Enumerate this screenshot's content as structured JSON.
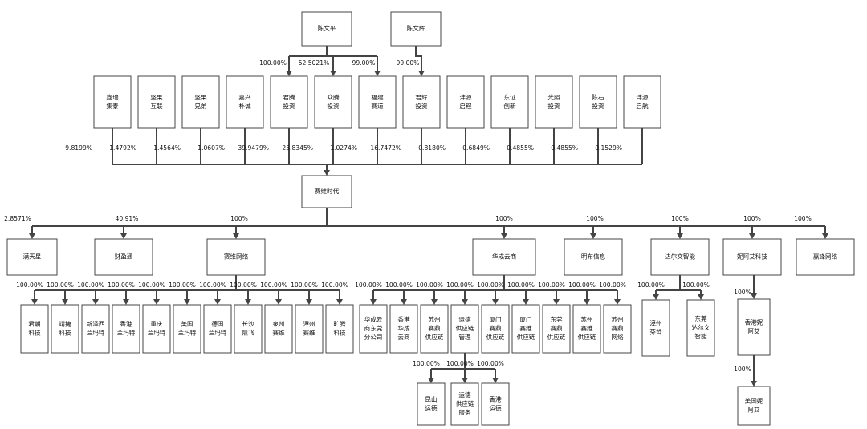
{
  "org_chart": {
    "top_holders": [
      {
        "id": "chen-wenping",
        "lines": [
          "陈文平"
        ]
      },
      {
        "id": "chen-wenhui",
        "lines": [
          "陈文辉"
        ]
      }
    ],
    "holder_links": [
      {
        "id": "cwp-junteng",
        "pct": "100.00%"
      },
      {
        "id": "cwp-zhongteng",
        "pct": "52.5021%"
      },
      {
        "id": "cwp-fujian",
        "pct": "99.00%"
      },
      {
        "id": "cwh-junhui",
        "pct": "99.00%"
      }
    ],
    "shareholders": [
      {
        "id": "xinrui",
        "lines": [
          "鑫瑞",
          "集泰"
        ],
        "pct": "9.8199%"
      },
      {
        "id": "jianguo-hulian",
        "lines": [
          "坚果",
          "互联"
        ],
        "pct": "1.4792%"
      },
      {
        "id": "jianguo-xiongdi",
        "lines": [
          "坚果",
          "兄弟"
        ],
        "pct": "1.4564%"
      },
      {
        "id": "jiaxing",
        "lines": [
          "嘉兴",
          "朴诚"
        ],
        "pct": "1.0607%"
      },
      {
        "id": "junteng",
        "lines": [
          "君腾",
          "投资"
        ],
        "pct": "39.9479%"
      },
      {
        "id": "zhongteng",
        "lines": [
          "众腾",
          "投资"
        ],
        "pct": "25.8345%"
      },
      {
        "id": "fujian-saiwei",
        "lines": [
          "福建",
          "赛道"
        ],
        "pct": "1.0274%"
      },
      {
        "id": "junhui",
        "lines": [
          "君辉",
          "投资"
        ],
        "pct": "16.7472%"
      },
      {
        "id": "fengyuan-qicheng",
        "lines": [
          "沣源",
          "启程"
        ],
        "pct": "0.8180%"
      },
      {
        "id": "dongzheng",
        "lines": [
          "东证",
          "创新"
        ],
        "pct": "0.6849%"
      },
      {
        "id": "guangzhao",
        "lines": [
          "光照",
          "投资"
        ],
        "pct": "0.4855%"
      },
      {
        "id": "chenshi",
        "lines": [
          "陈石",
          "投资"
        ],
        "pct": "0.4855%"
      },
      {
        "id": "fengyuan-qihang",
        "lines": [
          "沣源",
          "启航"
        ],
        "pct": "0.1529%"
      }
    ],
    "company": {
      "id": "saiwei-shidai",
      "lines": [
        "赛维时代"
      ]
    },
    "subsidiaries": [
      {
        "id": "mantianxing",
        "lines": [
          "满天星"
        ],
        "pct": "2.8571%"
      },
      {
        "id": "caiying",
        "lines": [
          "财盈通"
        ],
        "pct": "40.91%"
      },
      {
        "id": "saiwei-wangluo",
        "lines": [
          "赛维网络"
        ],
        "pct": "100%"
      },
      {
        "id": "huacheng-yunshang",
        "lines": [
          "华成云商"
        ],
        "pct": "100%"
      },
      {
        "id": "mingbu",
        "lines": [
          "明布信息"
        ],
        "pct": "100%"
      },
      {
        "id": "daerwen",
        "lines": [
          "达尔文智能"
        ],
        "pct": "100%"
      },
      {
        "id": "niaai",
        "lines": [
          "妮阿艾科技"
        ],
        "pct": "100%"
      },
      {
        "id": "yingfeng",
        "lines": [
          "赢锋网络"
        ],
        "pct": "100%"
      }
    ],
    "wangluo_children": [
      {
        "id": "junchao",
        "lines": [
          "君朝",
          "科技"
        ],
        "pct": "100.00%"
      },
      {
        "id": "jingjie",
        "lines": [
          "靖捷",
          "科技"
        ],
        "pct": "100.00%"
      },
      {
        "id": "xinzexi",
        "lines": [
          "新泽西",
          "兰玛特"
        ],
        "pct": "100.00%"
      },
      {
        "id": "hk-lanmate",
        "lines": [
          "香港",
          "兰玛特"
        ],
        "pct": "100.00%"
      },
      {
        "id": "cq-lanmate",
        "lines": [
          "重庆",
          "兰玛特"
        ],
        "pct": "100.00%"
      },
      {
        "id": "us-lanmate",
        "lines": [
          "美国",
          "兰玛特"
        ],
        "pct": "100.00%"
      },
      {
        "id": "de-lanmate",
        "lines": [
          "德国",
          "兰玛特"
        ],
        "pct": "100.00%"
      },
      {
        "id": "changsha",
        "lines": [
          "长沙",
          "鼎飞"
        ],
        "pct": "100.00%"
      },
      {
        "id": "quanzhou",
        "lines": [
          "泉州",
          "赛维"
        ],
        "pct": "100.00%"
      },
      {
        "id": "zhangzhou",
        "lines": [
          "漳州",
          "赛维"
        ],
        "pct": "100.00%"
      },
      {
        "id": "kuangteng",
        "lines": [
          "旷腾",
          "科技"
        ],
        "pct": "100.00%"
      }
    ],
    "huacheng_children": [
      {
        "id": "dongguan-branch",
        "lines": [
          "华成云",
          "商东莞",
          "分公司"
        ],
        "pct": "100.00%"
      },
      {
        "id": "hk-huacheng",
        "lines": [
          "香港",
          "华成",
          "云商"
        ],
        "pct": "100.00%"
      },
      {
        "id": "suzhou-saiwei",
        "lines": [
          "苏州",
          "赛鼎",
          "供应链"
        ],
        "pct": "100.00%"
      },
      {
        "id": "yunde-guanli",
        "lines": [
          "运德",
          "供应链",
          "管理"
        ],
        "pct": "100.00%"
      },
      {
        "id": "xiamen-saiding",
        "lines": [
          "厦门",
          "赛鼎",
          "供应链"
        ],
        "pct": "100.00%"
      },
      {
        "id": "xiamen-saiwei",
        "lines": [
          "厦门",
          "赛维",
          "供应链"
        ],
        "pct": "100.00%"
      },
      {
        "id": "dongguan-saiding",
        "lines": [
          "东莞",
          "赛鼎",
          "供应链"
        ],
        "pct": "100.00%"
      },
      {
        "id": "suzhou-saiwei-gyl",
        "lines": [
          "苏州",
          "赛维",
          "供应链"
        ],
        "pct": "100.00%"
      },
      {
        "id": "suzhou-wangluo",
        "lines": [
          "苏州",
          "赛鼎",
          "网络"
        ],
        "pct": "100.00%"
      }
    ],
    "yunde_children": [
      {
        "id": "kunshan",
        "lines": [
          "昆山",
          "运德"
        ],
        "pct": "100.00%"
      },
      {
        "id": "yunde-fuwu",
        "lines": [
          "运德",
          "供应链",
          "服务"
        ],
        "pct": "100.00%"
      },
      {
        "id": "hk-yunde",
        "lines": [
          "香港",
          "运德"
        ],
        "pct": "100.00%"
      }
    ],
    "daerwen_children": [
      {
        "id": "zhangzhou-fenzhe",
        "lines": [
          "漳州",
          "芬哲"
        ],
        "pct": "100.00%"
      },
      {
        "id": "dongguan-daerwen",
        "lines": [
          "东莞",
          "达尔文",
          "智能"
        ],
        "pct": "100.00%"
      }
    ],
    "niaai_chain": [
      {
        "id": "hk-niaai",
        "lines": [
          "香港妮",
          "阿艾"
        ],
        "pct": "100%"
      },
      {
        "id": "us-niaai",
        "lines": [
          "美国妮",
          "阿艾"
        ],
        "pct": "100%"
      }
    ]
  }
}
